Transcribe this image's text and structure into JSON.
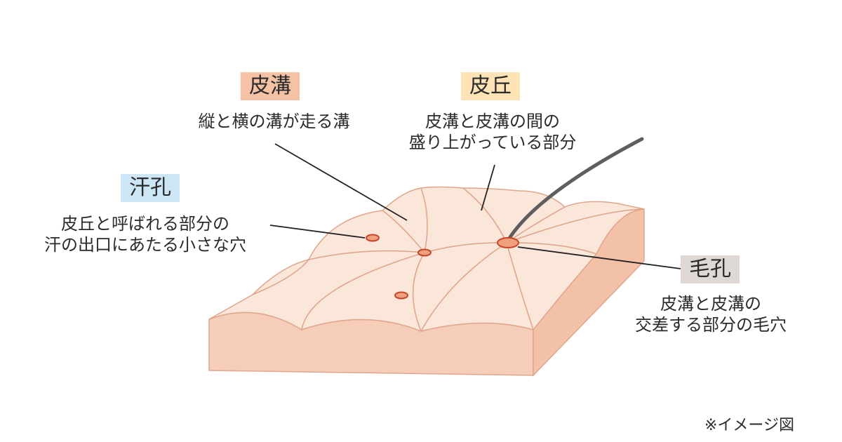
{
  "labels": {
    "hikou": {
      "tag": "皮溝",
      "tag_color": "#f5c2a6",
      "description": [
        "縦と横の溝が走る溝"
      ]
    },
    "hikyu": {
      "tag": "皮丘",
      "tag_color": "#fde3b6",
      "description": [
        "皮溝と皮溝の間の",
        "盛り上がっている部分"
      ]
    },
    "kankou": {
      "tag": "汗孔",
      "tag_color": "#cde6f5",
      "description": [
        "皮丘と呼ばれる部分の",
        "汗の出口にあたる小さな穴"
      ]
    },
    "moukou": {
      "tag": "毛孔",
      "tag_color": "#dfd8d4",
      "description": [
        "皮溝と皮溝の",
        "交差する部分の毛穴"
      ]
    }
  },
  "note": "※イメージ図",
  "colors": {
    "skin_top": "#fbe6da",
    "skin_side": "#f6cdb8",
    "groove_line": "#e0a68c",
    "pore_ring": "#c7472b",
    "pore_fill": "#f0a07c",
    "hair": "#5e5e5e",
    "leader": "#222222"
  }
}
